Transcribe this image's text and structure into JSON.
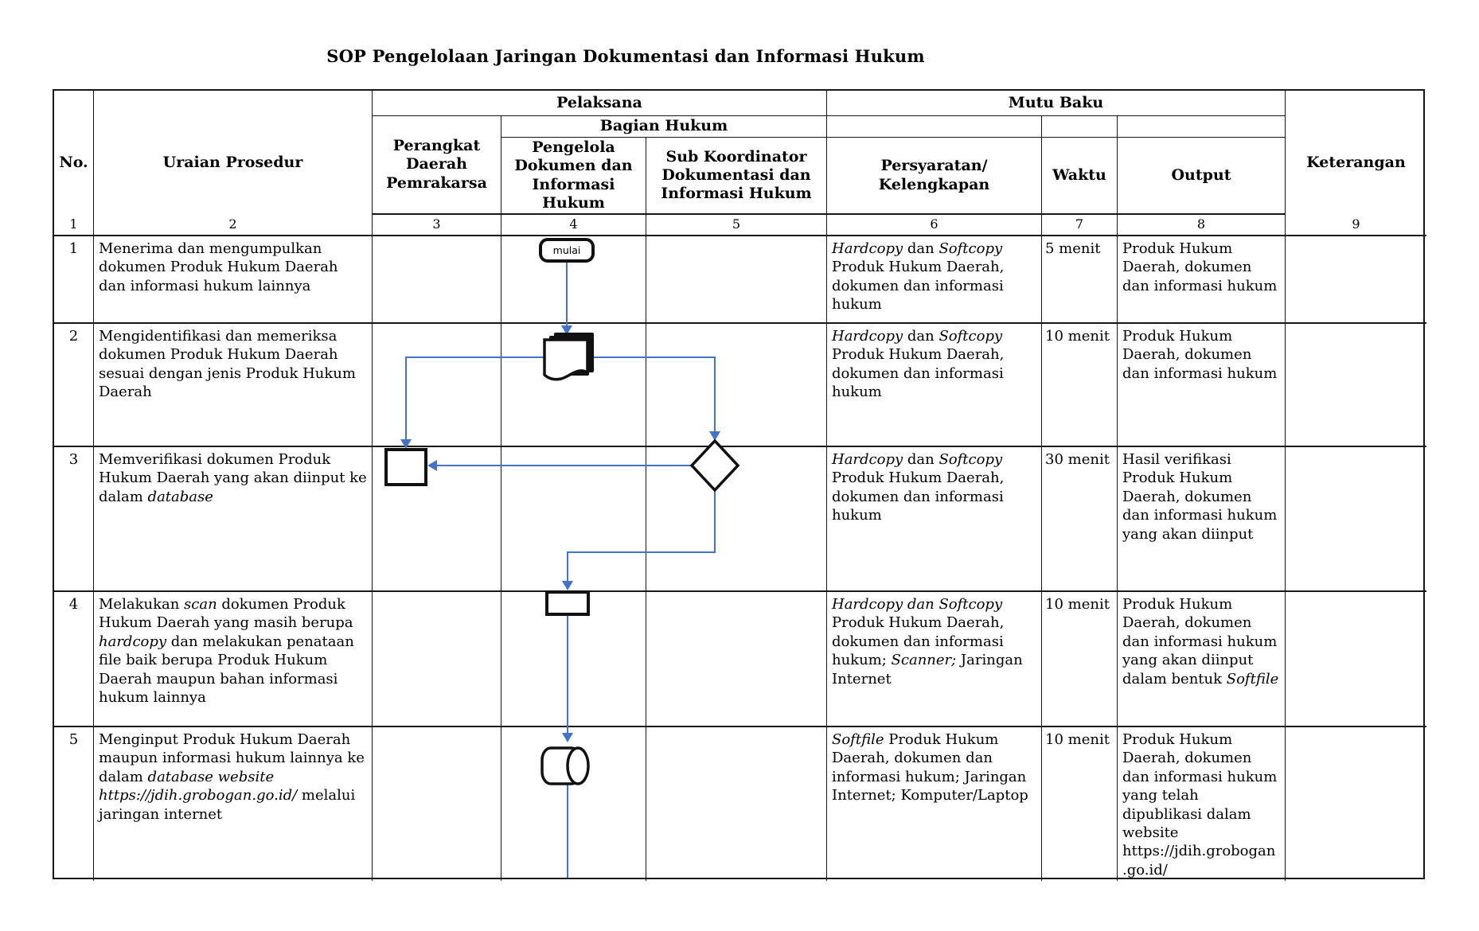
{
  "title": "SOP Pengelolaan Jaringan Dokumentasi dan Informasi Hukum",
  "table": {
    "headers": {
      "no": "No.",
      "uraian": "Uraian Prosedur",
      "pelaksana": "Pelaksana",
      "mutu_baku": "Mutu Baku",
      "keterangan": "Keterangan",
      "perangkat": "Perangkat Daerah Pemrakarsa",
      "bagian_hukum": "Bagian Hukum",
      "pengelola": "Pengelola Dokumen dan Informasi Hukum",
      "sub_koordinator": "Sub Koordinator Dokumentasi dan Informasi Hukum",
      "persyaratan": "Persyaratan/\nKelengkapan",
      "waktu": "Waktu",
      "output": "Output"
    },
    "column_numbers": [
      "1",
      "2",
      "3",
      "4",
      "5",
      "6",
      "7",
      "8",
      "9"
    ],
    "rows": [
      {
        "no": "1",
        "uraian": [
          {
            "t": "Menerima dan mengumpulkan dokumen Produk Hukum Daerah dan informasi hukum lainnya"
          }
        ],
        "persyaratan": [
          {
            "t": "Hardcopy",
            "i": true
          },
          {
            "t": " dan "
          },
          {
            "t": "Softcopy",
            "i": true
          },
          {
            "t": " Produk Hukum Daerah, dokumen dan informasi hukum"
          }
        ],
        "waktu": "5 menit",
        "output": [
          {
            "t": "Produk Hukum Daerah, dokumen dan informasi hukum"
          }
        ],
        "keterangan": ""
      },
      {
        "no": "2",
        "uraian": [
          {
            "t": "Mengidentifikasi dan memeriksa dokumen Produk Hukum Daerah sesuai dengan jenis Produk Hukum Daerah"
          }
        ],
        "persyaratan": [
          {
            "t": "Hardcopy",
            "i": true
          },
          {
            "t": " dan "
          },
          {
            "t": "Softcopy",
            "i": true
          },
          {
            "t": " Produk Hukum Daerah, dokumen dan informasi hukum"
          }
        ],
        "waktu": "10 menit",
        "output": [
          {
            "t": "Produk Hukum Daerah, dokumen dan informasi hukum"
          }
        ],
        "keterangan": ""
      },
      {
        "no": "3",
        "uraian": [
          {
            "t": "Memverifikasi dokumen Produk Hukum Daerah yang akan diinput ke dalam "
          },
          {
            "t": "database",
            "i": true
          }
        ],
        "persyaratan": [
          {
            "t": "Hardcopy",
            "i": true
          },
          {
            "t": " dan "
          },
          {
            "t": "Softcopy",
            "i": true
          },
          {
            "t": " Produk Hukum Daerah, dokumen dan informasi hukum"
          }
        ],
        "waktu": "30 menit",
        "output": [
          {
            "t": "Hasil verifikasi Produk Hukum Daerah, dokumen dan informasi hukum yang akan diinput"
          }
        ],
        "keterangan": ""
      },
      {
        "no": "4",
        "uraian": [
          {
            "t": "Melakukan "
          },
          {
            "t": "scan",
            "i": true
          },
          {
            "t": " dokumen Produk Hukum Daerah yang masih berupa "
          },
          {
            "t": "hardcopy",
            "i": true
          },
          {
            "t": " dan melakukan penataan file baik berupa Produk Hukum Daerah maupun bahan informasi hukum lainnya"
          }
        ],
        "persyaratan": [
          {
            "t": "Hardcopy dan Softcopy",
            "i": true
          },
          {
            "t": " Produk Hukum Daerah, dokumen dan informasi hukum; "
          },
          {
            "t": "Scanner;",
            "i": true
          },
          {
            "t": " Jaringan Internet"
          }
        ],
        "waktu": "10 menit",
        "output": [
          {
            "t": "Produk Hukum Daerah, dokumen dan informasi hukum yang akan diinput dalam bentuk "
          },
          {
            "t": "Softfile",
            "i": true
          }
        ],
        "keterangan": ""
      },
      {
        "no": "5",
        "uraian": [
          {
            "t": "Menginput Produk Hukum Daerah maupun informasi hukum lainnya ke dalam "
          },
          {
            "t": "database website https://jdih.grobogan.go.id/",
            "i": true
          },
          {
            "t": " melalui jaringan internet"
          }
        ],
        "persyaratan": [
          {
            "t": "Softfile",
            "i": true
          },
          {
            "t": " Produk Hukum Daerah, dokumen dan informasi hukum; Jaringan Internet; Komputer/Laptop"
          }
        ],
        "waktu": "10 menit",
        "output": [
          {
            "t": "Produk Hukum Daerah, dokumen dan informasi hukum yang telah dipublikasi dalam website https://jdih.grobogan.go.id/"
          }
        ],
        "keterangan": ""
      }
    ]
  },
  "flowchart": {
    "start_label": "mulai",
    "arrow_color": "#4472C4",
    "shape_color": "#111111",
    "shapes": [
      "start-terminator",
      "document-stack",
      "process-rectangle",
      "decision-diamond",
      "process-rectangle-small",
      "database-cylinder"
    ]
  }
}
